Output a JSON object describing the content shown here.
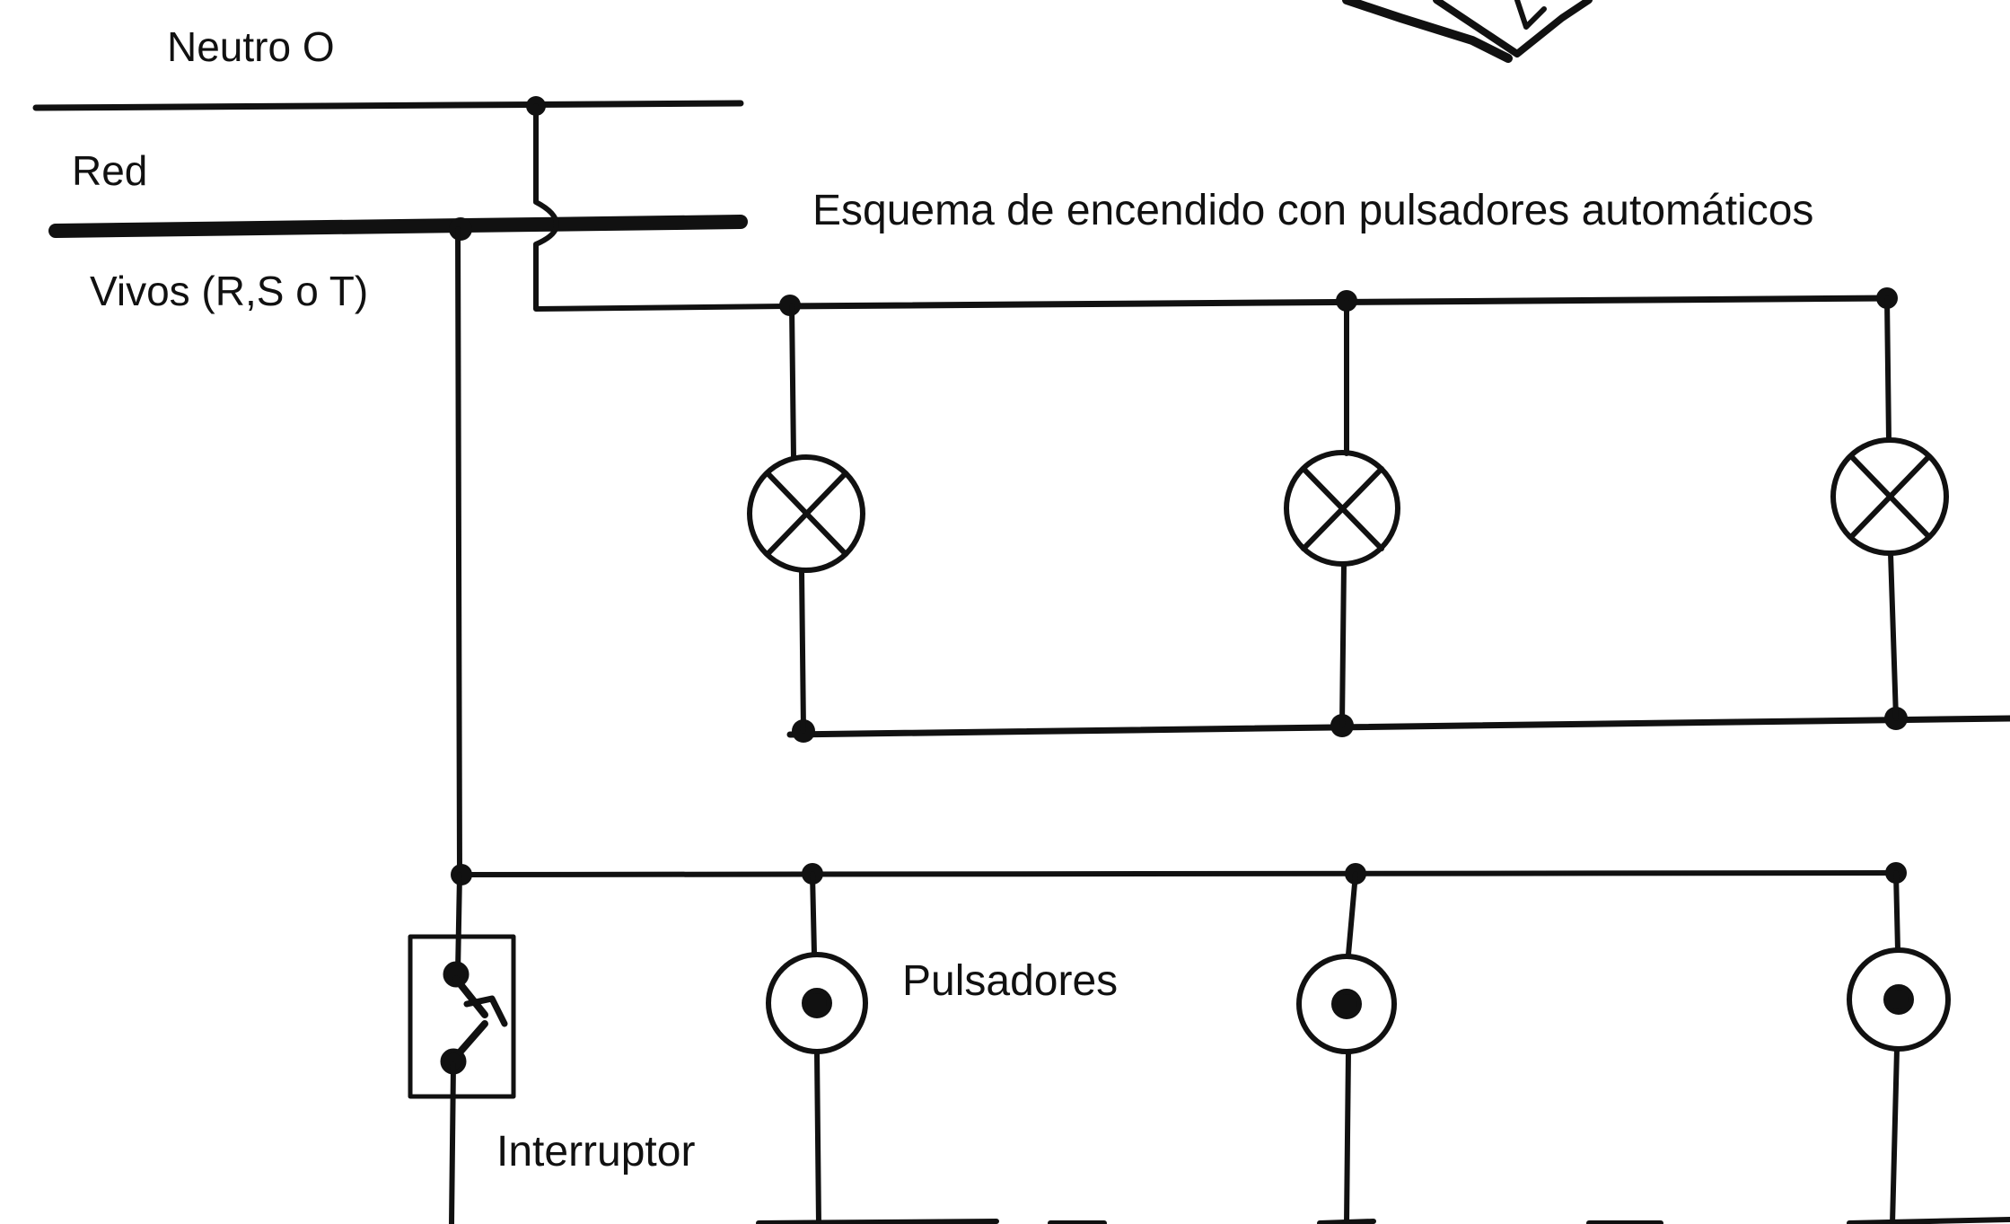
{
  "title": "Esquema de encendido con pulsadores automáticos",
  "labels": {
    "neutral": "Neutro O",
    "network": "Red",
    "live": "Vivos (R,S o T)",
    "pushbuttons": "Pulsadores",
    "switch": "Interruptor"
  },
  "colors": {
    "ink": "#111111",
    "background": "#ffffff"
  }
}
